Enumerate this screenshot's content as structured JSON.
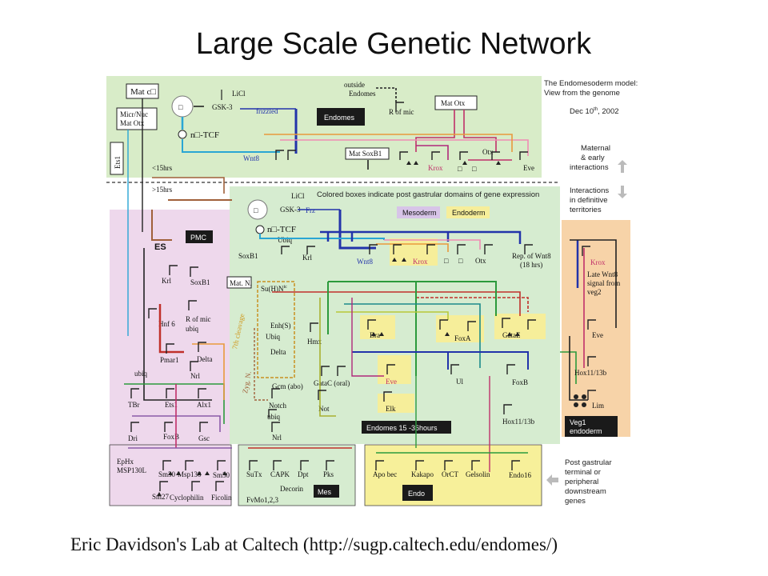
{
  "title": "Large Scale Genetic Network",
  "credit": "Eric Davidson's Lab at Caltech (http://sugp.caltech.edu/endomes/)",
  "model_caption": [
    "The Endomesoderm model:",
    "View from the genome",
    "Dec 10",
    "th",
    ", 2002"
  ],
  "colors": {
    "maternal_panel": "#d8ecc8",
    "main_panel": "#d6ecd0",
    "pmc_panel": "#eed8ec",
    "veg1_panel": "#f7d3a8",
    "endo_panel": "#f7f09a",
    "black_box": "#1a1a1a"
  },
  "maternal": {
    "mat_c": "Mat c□",
    "micr_nuc": [
      "Micr/Nuc",
      "Mat Otx"
    ],
    "ets1": "Ets1",
    "licl": "LiCl",
    "gsk3": "GSK-3",
    "frizzled": "frizzled",
    "n_tcf": "n□-TCF",
    "wnt8": "Wnt8",
    "outside_endomes": [
      "outside",
      "Endomes"
    ],
    "endomes_box": "Endomes",
    "r_of_mic": "R of mic",
    "mat_otx": "Mat Otx",
    "mat_soxb1": "Mat SoxB1",
    "krox": "Krox",
    "otx": "Otx",
    "eve": "Eve",
    "sq1": "□",
    "sq2": "□",
    "lt15": "<15hrs",
    "gt15": ">15hrs"
  },
  "right_notes": {
    "maternal": [
      "Maternal",
      "& early",
      "interactions"
    ],
    "definitive": [
      "Interactions",
      "in definitive",
      "territories"
    ],
    "post": [
      "Post gastrular",
      "terminal or",
      "peripheral",
      "downstream",
      "genes"
    ]
  },
  "main": {
    "colored_boxes_note": "Colored boxes indicate post gastrular domains of gene expression",
    "mesoderm": "Mesoderm",
    "endoderm": "Endoderm",
    "licl": "LiCl",
    "gsk3": "GSK-3",
    "frz": "Frz",
    "n_tcf": "n□-TCF",
    "ubiq": "Ubiq",
    "soxb1": "SoxB1",
    "krl": "Krl",
    "wnt8": "Wnt8",
    "krox": "Krox",
    "otx": "Otx",
    "rep_wnt8": [
      "Rep. of Wnt8",
      "(18 hrs)"
    ],
    "mat_n": "Mat. N.",
    "su_h": "Su(H)N",
    "su_h_sup": "ic",
    "enh_s": "Enh(S)",
    "ubiq2": "Ubiq",
    "delta": "Delta",
    "hmx": "Hmx",
    "bra": "Bra",
    "foxa": "FoxA",
    "gatae": "GataE",
    "gcm": "Gcm (abo)",
    "gatac": "GataC (oral)",
    "eve": "Eve",
    "ui": "Ul",
    "foxb": "FoxB",
    "notch": "Notch",
    "not": "Not",
    "elk": "Elk",
    "ubiq3": "ubiq",
    "nrl": "Nrl",
    "hox": "Hox11/13b",
    "cleavage": "7th cleavage",
    "zyg_n": "Zyg. N.",
    "endomes_label": "Endomes  15 -36hours",
    "sq": "□"
  },
  "pmc": {
    "label": "PMC",
    "es": "ES",
    "krl": "Krl",
    "soxb1": "SoxB1",
    "r_of_mic": "R of mic",
    "hnf6": "Hnf 6",
    "ubiq": "ubiq",
    "pmar1": "Pmar1",
    "delta": "Delta",
    "ubiq2": "ubiq",
    "nrl": "Nrl",
    "tbr": "TBr",
    "ets1": "Ets1",
    "alx1": "Alx1",
    "dri": "Dri",
    "foxb": "FoxB",
    "gsc": "Gsc"
  },
  "veg1": {
    "krox": "Krox",
    "late_wnt8": [
      "Late Wnt8",
      "signal from",
      "veg2"
    ],
    "eve": "Eve",
    "hox": "Hox11/13b",
    "lim": "Lim",
    "label": [
      "Veg1",
      "endoderm"
    ]
  },
  "bottom": {
    "ephx": [
      "EpHx",
      "MSP130L"
    ],
    "sm30a": "Sm30",
    "msp130": "Msp130",
    "sm50": "Sm50",
    "sm27": "Sm27",
    "cyclophilin": "Cyclophilin",
    "ficolin": "Ficolin",
    "sutx": "SuTx",
    "capk": "CAPK",
    "dpt": "Dpt",
    "pks": "Pks",
    "decorin": "Decorin",
    "fvmo": "FvMo1,2,3",
    "mes": "Mes",
    "apobec": "Apo bec",
    "kakapo": "Kakapo",
    "orct": "OrCT",
    "gelsolin": "Gelsolin",
    "endo16": "Endo16",
    "endo": "Endo"
  }
}
